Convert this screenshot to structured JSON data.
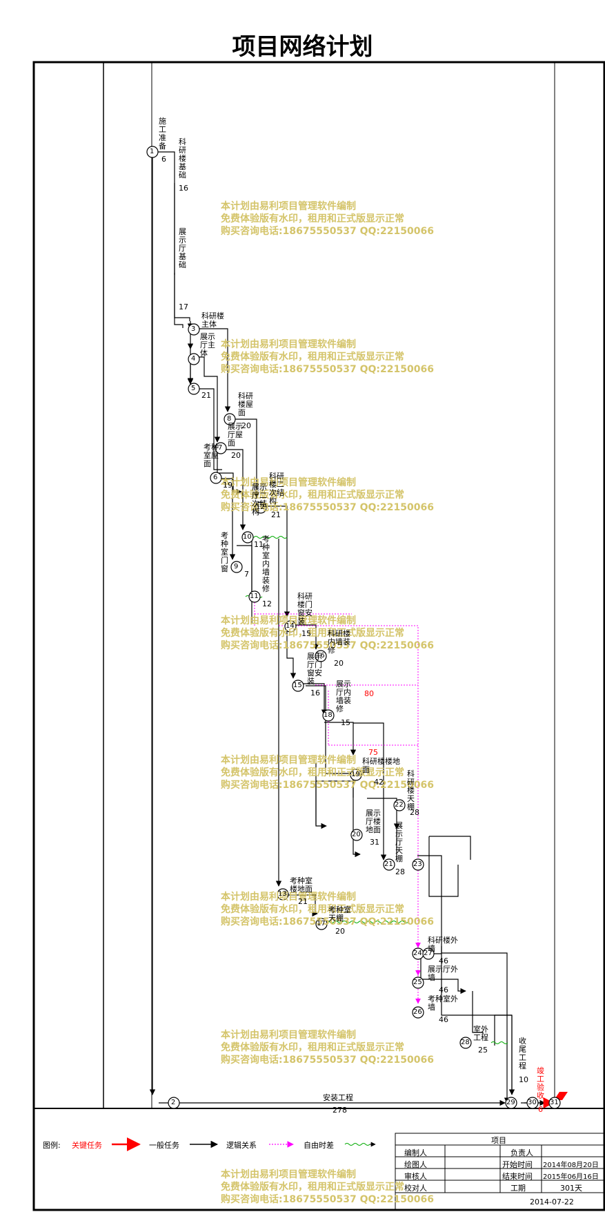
{
  "title": "项目网络计划",
  "watermark": {
    "line1": "本计划由易利项目管理软件编制",
    "line2": "免费体验版有水印，租用和正式版显示正常",
    "line3": "购买咨询电话:18675550537 QQ:22150066"
  },
  "tasks": {
    "t1": {
      "name": "施工准备",
      "duration": "6"
    },
    "t2": {
      "name": "科研楼基础",
      "duration": "16"
    },
    "t3": {
      "name": "展示厅基础",
      "duration": "17"
    },
    "t4": {
      "name": "科研楼主体",
      "duration": ""
    },
    "t5": {
      "name": "展示厅主体",
      "duration": "21"
    },
    "t6": {
      "name": "科研楼屋面",
      "duration": "20"
    },
    "t7": {
      "name": "展示厅屋面",
      "duration": "20"
    },
    "t8": {
      "name": "考种室屋面",
      "duration": "19"
    },
    "t9": {
      "name": "科研楼二次结构",
      "duration": "21"
    },
    "t10": {
      "name": "展示厅二次结构",
      "duration": "11"
    },
    "t11": {
      "name": "考种室门窗",
      "duration": "7"
    },
    "t12": {
      "name": "考种室内墙装修",
      "duration": "12"
    },
    "t13": {
      "name": "科研楼门窗安装",
      "duration": "15"
    },
    "t14": {
      "name": "科研楼内墙装修",
      "duration": "20"
    },
    "t15": {
      "name": "展示厅门窗安装",
      "duration": "16"
    },
    "t16": {
      "name": "展示厅内墙装修",
      "duration": "15"
    },
    "t17": {
      "name": "科研楼楼地面",
      "duration": "42"
    },
    "t18": {
      "name": "科研楼天棚",
      "duration": "28"
    },
    "t19": {
      "name": "展示厅楼地面",
      "duration": "31"
    },
    "t20": {
      "name": "展示厅天棚",
      "duration": "28"
    },
    "t21": {
      "name": "考种室楼地面",
      "duration": "21"
    },
    "t22": {
      "name": "考种室天棚",
      "duration": "20"
    },
    "t23": {
      "name": "科研楼外墙",
      "duration": "46"
    },
    "t24": {
      "name": "展示厅外墙",
      "duration": "46"
    },
    "t25": {
      "name": "考种室外墙",
      "duration": "46"
    },
    "t26": {
      "name": "室外工程",
      "duration": "25"
    },
    "t27": {
      "name": "收尾工程",
      "duration": "10"
    },
    "t28": {
      "name": "安装工程",
      "duration": "278"
    },
    "t29": {
      "name": "竣工验收",
      "duration": "6"
    }
  },
  "float_labels": {
    "f80": "80",
    "f75": "75"
  },
  "nodes": [
    "1",
    "2",
    "3",
    "4",
    "5",
    "6",
    "7",
    "8",
    "9",
    "10",
    "11",
    "12",
    "13",
    "14",
    "15",
    "16",
    "17",
    "18",
    "19",
    "20",
    "21",
    "22",
    "23",
    "24",
    "25",
    "26",
    "27",
    "28",
    "29",
    "30",
    "31"
  ],
  "legend": {
    "label": "图例:",
    "critical": "关键任务",
    "normal": "一般任务",
    "logic": "逻辑关系",
    "float": "自由时差",
    "colors": {
      "critical": "#ff0000",
      "normal": "#000000",
      "logic": "#ff00ff",
      "float": "#00aa00"
    }
  },
  "info_table": {
    "header": "项目",
    "rows": [
      {
        "k1": "编制人",
        "v1": "",
        "k2": "负责人",
        "v2": ""
      },
      {
        "k1": "绘图人",
        "v1": "",
        "k2": "开始时间",
        "v2": "2014年08月20日"
      },
      {
        "k1": "审核人",
        "v1": "",
        "k2": "结束时间",
        "v2": "2015年06月16日"
      },
      {
        "k1": "校对人",
        "v1": "",
        "k2": "工期",
        "v2": "301天"
      }
    ],
    "date": "2014-07-22"
  }
}
